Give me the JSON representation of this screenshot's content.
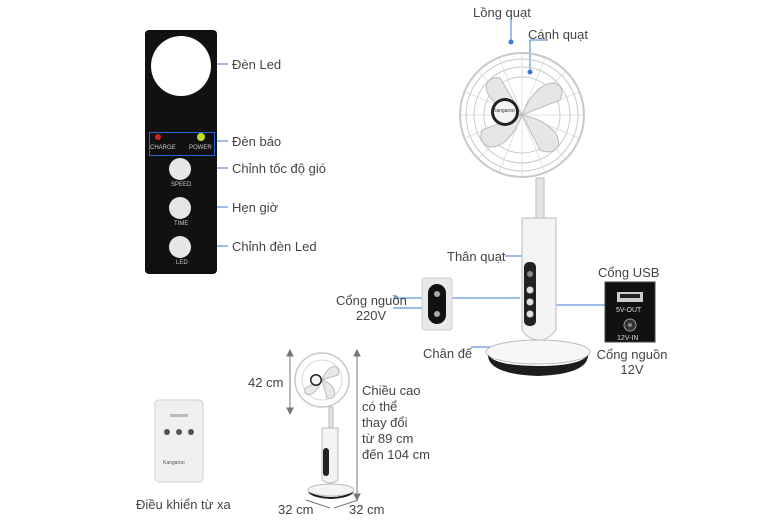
{
  "labels": {
    "led_light": "Đèn Led",
    "indicator": "Đèn báo",
    "speed_adjust": "Chỉnh tốc độ gió",
    "timer": "Hẹn giờ",
    "led_adjust": "Chỉnh đèn Led",
    "cage": "Lồng quạt",
    "blade": "Cánh quạt",
    "body": "Thân quạt",
    "usb_port": "Cổng USB",
    "power_220_line1": "Cổng nguồn",
    "power_220_line2": "220V",
    "base": "Chân đế",
    "power_12_line1": "Cổng nguồn",
    "power_12_line2": "12V",
    "remote": "Điều khiển từ xa"
  },
  "panel_text": {
    "charge": "CHARGE",
    "power": "POWER",
    "speed": "SPEED",
    "time": "TIME",
    "led": "LED"
  },
  "port_text": {
    "usb_out": "5V-OUT",
    "dc_in": "12V-IN"
  },
  "dimensions": {
    "height": "42 cm",
    "adjustable_line1": "Chiều cao",
    "adjustable_line2": "có thể",
    "adjustable_line3": "thay đổi",
    "adjustable_line4": "từ 89 cm",
    "adjustable_line5": "đến 104 cm",
    "width": "32 cm",
    "depth": "32 cm"
  },
  "brand": "Kangaroo",
  "colors": {
    "leader_line": "#3a7bd5",
    "panel_bg": "#111111",
    "power_led": "#b8e02a",
    "charge_led": "#d02020"
  }
}
